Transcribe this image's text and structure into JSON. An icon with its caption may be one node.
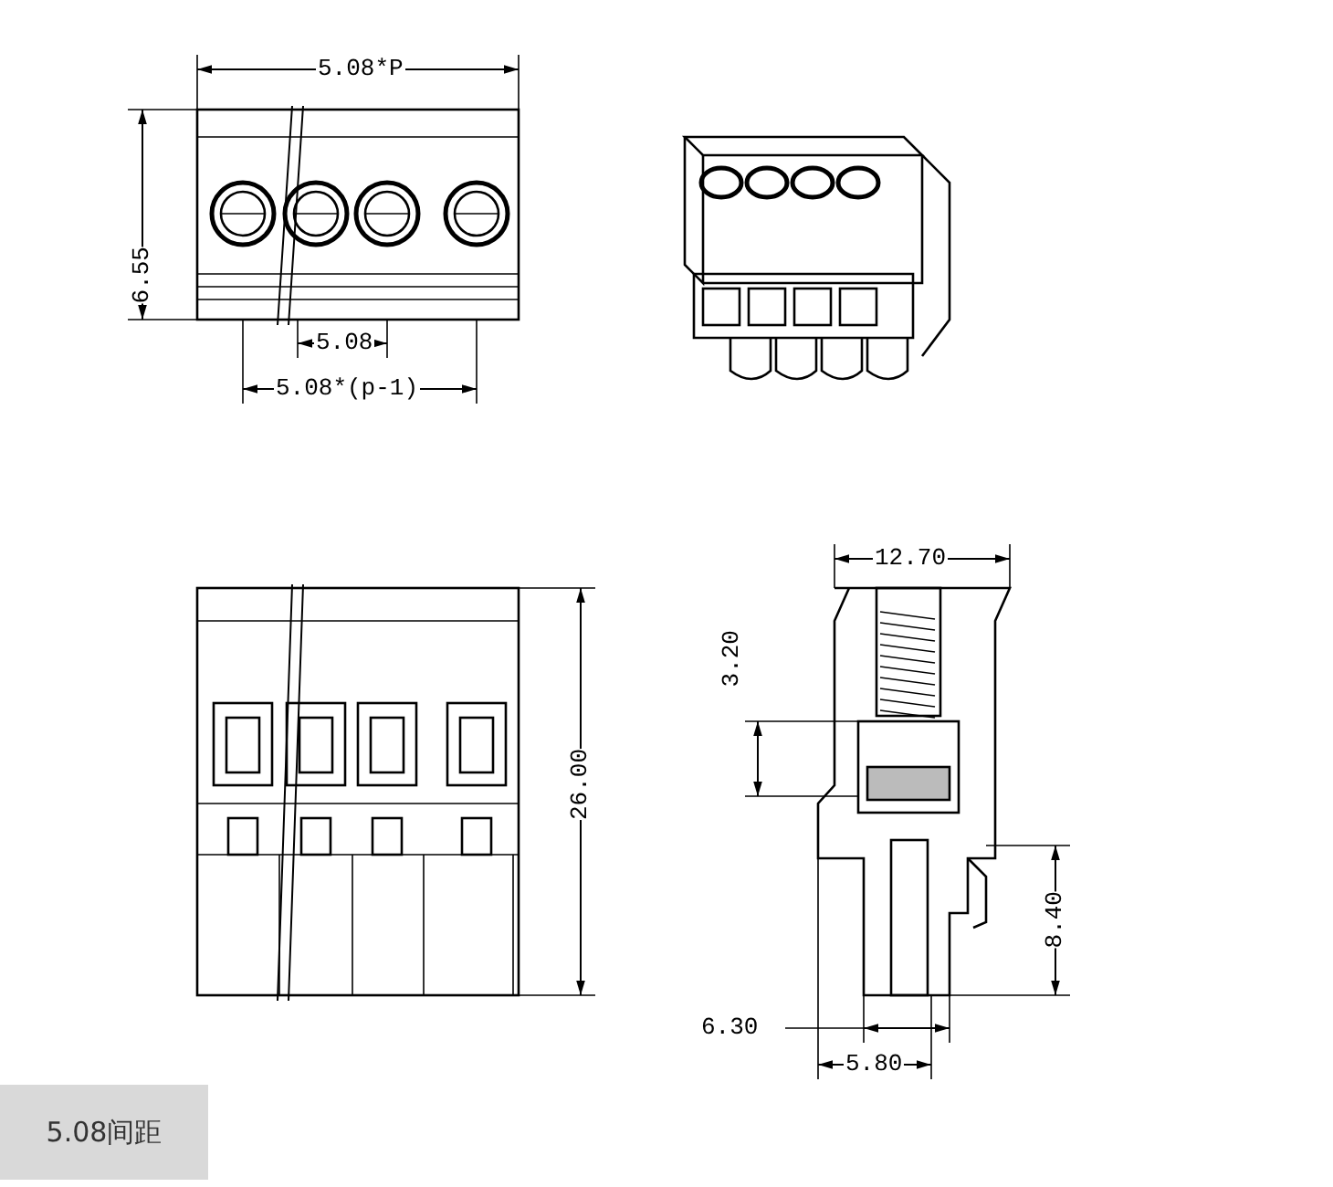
{
  "diagram": {
    "caption": "5.08间距",
    "labels": [
      "5.08*P",
      "6.55",
      "5.08",
      "5.08*(p-1)",
      "12.70",
      "3.20",
      "26.00",
      "8.40",
      "6.30",
      "5.80"
    ]
  }
}
